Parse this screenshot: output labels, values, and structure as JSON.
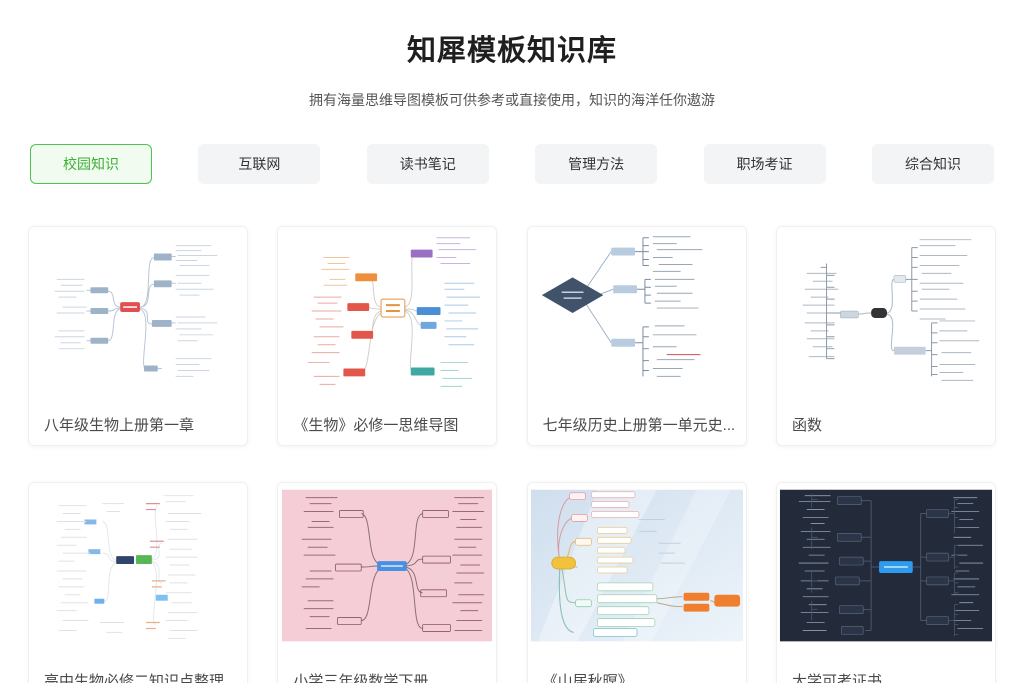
{
  "page": {
    "title": "知犀模板知识库",
    "subtitle": "拥有海量思维导图模板可供参考或直接使用，知识的海洋任你遨游"
  },
  "tabs": [
    {
      "label": "校园知识",
      "selected": true
    },
    {
      "label": "互联网",
      "selected": false
    },
    {
      "label": "读书笔记",
      "selected": false
    },
    {
      "label": "管理方法",
      "selected": false
    },
    {
      "label": "职场考证",
      "selected": false
    },
    {
      "label": "综合知识",
      "selected": false
    }
  ],
  "colors": {
    "accent_green": "#4fc24f",
    "selected_tab_bg": "#f2fbf0",
    "selected_tab_text": "#3cb034",
    "tab_bg": "#f3f4f6",
    "card_pink_thumb_bg": "#f5cdd6",
    "card_blue_thumb_bg": "#d8e7f4",
    "card_dark_thumb_bg": "#232b3a",
    "mindmap_center_red": "#e0504e",
    "mindmap_center_blue": "#2d9bf0"
  },
  "cards": [
    {
      "title": "八年级生物上册第一章"
    },
    {
      "title": "《生物》必修一思维导图"
    },
    {
      "title": "七年级历史上册第一单元史..."
    },
    {
      "title": "函数"
    },
    {
      "title": "高中生物必修二知识点整理"
    },
    {
      "title": "小学三年级数学下册"
    },
    {
      "title": "《山居秋暝》"
    },
    {
      "title": "大学可考证书"
    }
  ]
}
